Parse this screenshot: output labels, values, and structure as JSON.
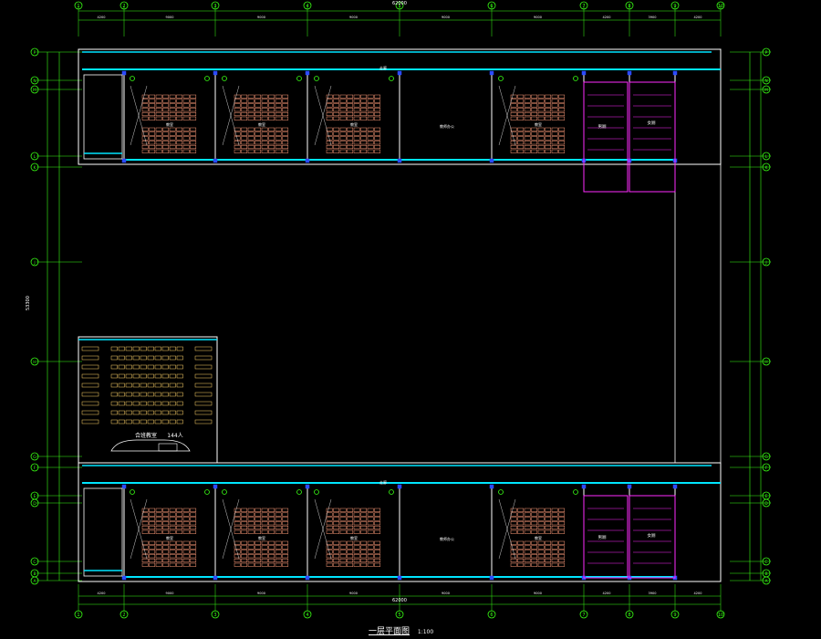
{
  "drawing": {
    "title": "一层平面图",
    "scale_note": "1:100",
    "total_width": "62000",
    "total_width_bottom": "62000",
    "overall_height": "53300",
    "colors": {
      "background": "#000000",
      "axis": "#39ff14",
      "wall": "#ffffff",
      "window": "#00e5ff",
      "column": "#2b4bff",
      "seat": "#ff9c7a",
      "toilet": "#ff2bff",
      "text": "#ffffff",
      "lecture_seat": "#ffd46b"
    }
  },
  "axes": {
    "columns": [
      "1",
      "2",
      "3",
      "4",
      "5",
      "6",
      "7",
      "8",
      "9",
      "10"
    ],
    "rows_left": [
      "P",
      "N",
      "M",
      "L",
      "K",
      "J",
      "H",
      "G",
      "F",
      "E",
      "D",
      "C",
      "B",
      "A"
    ],
    "rows_right": [
      "P",
      "N",
      "M",
      "L",
      "K",
      "J",
      "H",
      "G",
      "F",
      "E",
      "D",
      "C",
      "B",
      "A"
    ]
  },
  "dimensions": {
    "top": [
      "4200",
      "9000",
      "9000",
      "9000",
      "9000",
      "9000",
      "4200",
      "3900",
      "4200"
    ],
    "bottom": [
      "4200",
      "9000",
      "9000",
      "9000",
      "9000",
      "9000",
      "4200",
      "3900",
      "4200"
    ]
  },
  "rooms": {
    "north_wing": {
      "classrooms": [
        "教室",
        "教室",
        "教室",
        "教室"
      ],
      "office": "教师办公",
      "toilet_male": "男厕",
      "toilet_female": "女厕",
      "corridor": "走廊"
    },
    "south_wing": {
      "classrooms": [
        "教室",
        "教室",
        "教室",
        "教室"
      ],
      "office": "教师办公",
      "toilet_male": "男厕",
      "toilet_female": "女厕",
      "corridor": "走廊"
    },
    "lecture_hall": {
      "name": "合班教室",
      "capacity": "144人"
    }
  }
}
